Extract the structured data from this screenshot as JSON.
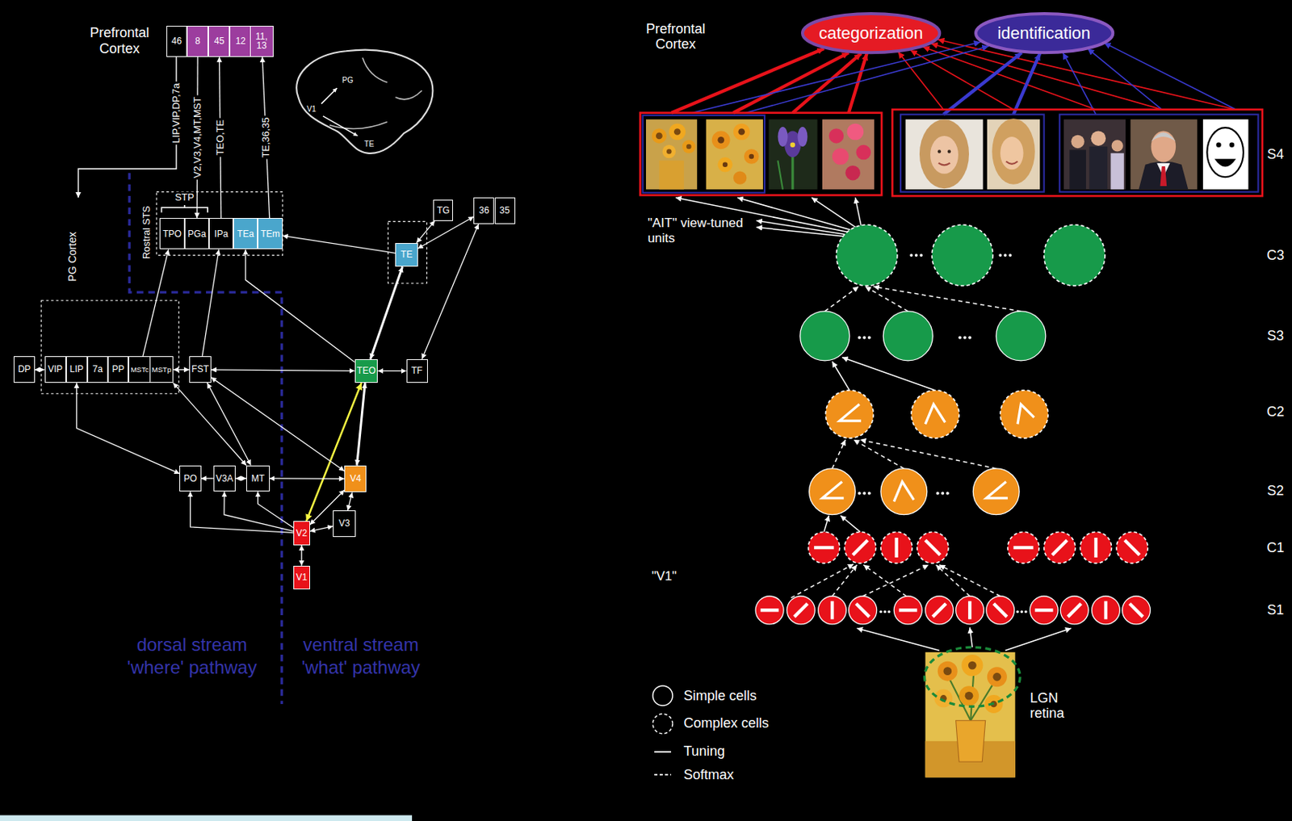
{
  "diagram": {
    "nodes": [
      {
        "text": [
          "46"
        ]
      },
      {
        "text": [
          "8"
        ]
      },
      {
        "text": [
          "45"
        ]
      },
      {
        "text": [
          "12"
        ]
      },
      {
        "text": [
          "11, 13"
        ]
      },
      {
        "text": [
          "TPO"
        ]
      },
      {
        "text": [
          "PGa"
        ]
      },
      {
        "text": [
          "IPa"
        ]
      },
      {
        "text": [
          "TEa"
        ]
      },
      {
        "text": [
          "TEm"
        ]
      },
      {
        "text": [
          "TE"
        ]
      },
      {
        "text": [
          "TG"
        ]
      },
      {
        "text": [
          "36"
        ]
      },
      {
        "text": [
          "35"
        ]
      },
      {
        "text": [
          "DP"
        ]
      },
      {
        "text": [
          "VIP"
        ]
      },
      {
        "text": [
          "LIP"
        ]
      },
      {
        "text": [
          "7a"
        ]
      },
      {
        "text": [
          "PP"
        ]
      },
      {
        "text": [
          "MSTc"
        ]
      },
      {
        "text": [
          "MSTp"
        ]
      },
      {
        "text": [
          "FST"
        ]
      },
      {
        "text": [
          "TEO"
        ]
      },
      {
        "text": [
          "TF"
        ]
      },
      {
        "text": [
          "PO"
        ]
      },
      {
        "text": [
          "V3A"
        ]
      },
      {
        "text": [
          "MT"
        ]
      },
      {
        "text": [
          "V4"
        ]
      },
      {
        "text": [
          "V3"
        ]
      },
      {
        "text": [
          "V2"
        ]
      },
      {
        "text": [
          "V1"
        ]
      },
      {
        "text": [
          "categorization"
        ]
      },
      {
        "text": [
          "identification"
        ]
      }
    ],
    "edges": [
      {
        "from": 1,
        "to": 6,
        "arrow": "to",
        "label": "V2,V3,V4,MT,MST"
      },
      {
        "from": 7,
        "to": 2,
        "arrow": "to",
        "label": "TEO,TE"
      },
      {
        "from": 9,
        "to": 4,
        "arrow": "to",
        "label": "TE,36,35"
      },
      {
        "from": 30,
        "to": 29,
        "arrow": "both"
      },
      {
        "from": 29,
        "to": 28,
        "arrow": "both"
      },
      {
        "from": 29,
        "to": 27,
        "arrow": "both"
      },
      {
        "from": 28,
        "to": 27,
        "arrow": "both"
      },
      {
        "from": 29,
        "to": 22,
        "arrow": "both"
      },
      {
        "from": 27,
        "to": 22,
        "arrow": "both"
      },
      {
        "from": 22,
        "to": 10,
        "arrow": "both"
      },
      {
        "from": 10,
        "to": 11,
        "arrow": "both"
      },
      {
        "from": 10,
        "to": 12,
        "arrow": "both"
      },
      {
        "from": 22,
        "to": 23,
        "arrow": "both"
      },
      {
        "from": 23,
        "to": 12,
        "arrow": "both"
      },
      {
        "from": 21,
        "to": 22,
        "arrow": "both"
      },
      {
        "from": 21,
        "to": 27,
        "arrow": "both"
      },
      {
        "from": 26,
        "to": 27,
        "arrow": "both"
      },
      {
        "from": 26,
        "to": 21,
        "arrow": "both"
      },
      {
        "from": 25,
        "to": 26,
        "arrow": "both"
      },
      {
        "from": 25,
        "to": 24,
        "arrow": "to"
      },
      {
        "from": 29,
        "to": 24,
        "arrow": "to"
      },
      {
        "from": 29,
        "to": 25,
        "arrow": "to"
      },
      {
        "from": 29,
        "to": 26,
        "arrow": "to"
      },
      {
        "from": 20,
        "to": 21,
        "arrow": "both"
      },
      {
        "from": 14,
        "to": 15,
        "arrow": "both"
      },
      {
        "from": 16,
        "to": 24,
        "arrow": "both"
      },
      {
        "from": 20,
        "to": 26,
        "arrow": "both"
      },
      {
        "from": 21,
        "to": 7,
        "arrow": "to"
      },
      {
        "from": 19,
        "to": 5,
        "arrow": "to"
      },
      {
        "from": 22,
        "to": 8,
        "arrow": "to"
      },
      {
        "from": 10,
        "to": 9,
        "arrow": "to"
      }
    ],
    "labels": [
      "Prefrontal Cortex",
      "LIP,VIP,DP,7a",
      "STP",
      "Rostral STS",
      "PG Cortex",
      "PG",
      "V1",
      "TE",
      "dorsal stream",
      "'where' pathway",
      "ventral stream",
      "'what' pathway",
      "Prefrontal Cortex",
      "\"AIT\" view-tuned units",
      "S4",
      "C3",
      "S3",
      "C2",
      "S2",
      "C1",
      "S1",
      "\"V1\"",
      "LGN retina"
    ],
    "legend": [
      {
        "text": "Simple cells"
      },
      {
        "text": "Complex cells"
      },
      {
        "text": "Tuning"
      },
      {
        "text": "Softmax"
      }
    ]
  }
}
